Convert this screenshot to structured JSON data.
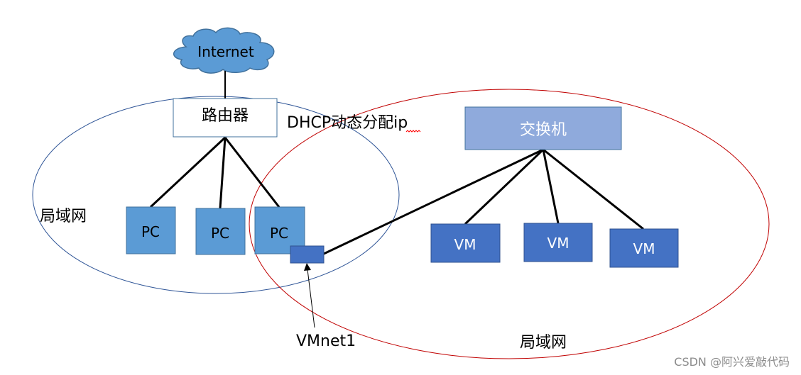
{
  "nodes": {
    "internet": "Internet",
    "router": "路由器",
    "dhcp_note": "DHCP动态分配ip",
    "switch": "交换机",
    "pc_1": "PC",
    "pc_2": "PC",
    "pc_3": "PC",
    "vm_1": "VM",
    "vm_2": "VM",
    "vm_3": "VM",
    "lan_left": "局域网",
    "lan_right": "局域网",
    "vmnet": "VMnet1"
  },
  "watermark": "CSDN @阿兴爱敲代码",
  "colors": {
    "cloud_fill": "#5b9bd5",
    "cloud_stroke": "#41719c",
    "pc_fill": "#5b9bd5",
    "pc_stroke": "#41719c",
    "vm_fill": "#4472c4",
    "vm_stroke": "#2f528f",
    "switch_fill": "#8faadc",
    "switch_stroke": "#41719c",
    "lan_left_ellipse": "#2f5597",
    "lan_right_ellipse": "#c00000",
    "link": "#000000",
    "squiggle": "#ff0000"
  }
}
